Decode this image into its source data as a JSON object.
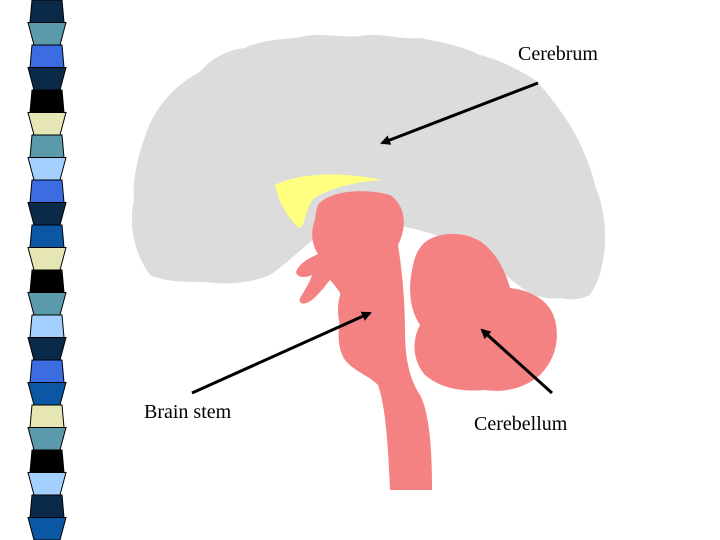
{
  "labels": {
    "cerebrum": "Cerebrum",
    "brain_stem": "Brain stem",
    "cerebellum": "Cerebellum"
  },
  "colors": {
    "cerebrum": "#dcdcdc",
    "corpus_callosum": "#ffff80",
    "brain_stem": "#f58282",
    "cerebellum": "#f58282",
    "arrow": "#000000",
    "stripe_palette": [
      "#5a9aaa",
      "#0b2a4a",
      "#3b6de0",
      "#000000",
      "#e6e6b4",
      "#a3d0ff",
      "#0b57a4"
    ]
  },
  "icons": {
    "arrow": "arrow-icon"
  }
}
